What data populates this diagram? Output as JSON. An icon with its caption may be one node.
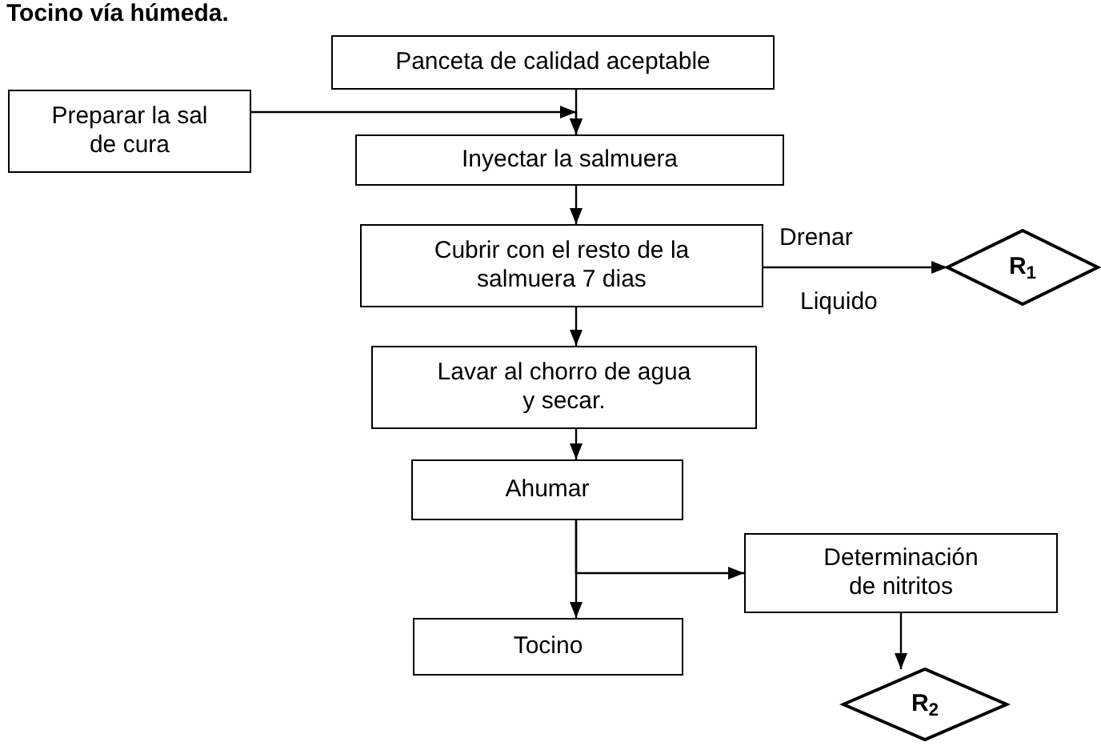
{
  "diagram": {
    "title": "Tocino vía húmeda.",
    "nodes": [
      {
        "text": [
          "Panceta de calidad aceptable"
        ]
      },
      {
        "text": [
          "Preparar la sal de cura"
        ]
      },
      {
        "text": [
          "Inyectar la  salmuera"
        ]
      },
      {
        "text": [
          "Cubrir con el resto de la salmuera 7 dias"
        ]
      },
      {
        "text": [
          "R$_{1}$"
        ]
      },
      {
        "text": [
          "Lavar al chorro de agua y secar."
        ]
      },
      {
        "text": [
          "Ahumar"
        ]
      },
      {
        "text": [
          "Tocino"
        ]
      },
      {
        "text": [
          "Determinación de nitritos"
        ]
      },
      {
        "text": [
          "R$_{2}$"
        ]
      }
    ],
    "edges": [
      {
        "from": 0,
        "to": 2,
        "arrow": "to"
      },
      {
        "from": 1,
        "to": 2,
        "arrow": "to"
      },
      {
        "from": 2,
        "to": 3,
        "arrow": "to"
      },
      {
        "from": 3,
        "to": 4,
        "arrow": "to",
        "label": "Drenar"
      },
      {
        "from": 3,
        "to": 5,
        "arrow": "to"
      },
      {
        "from": 5,
        "to": 6,
        "arrow": "to"
      },
      {
        "from": 6,
        "to": 7,
        "arrow": "to"
      },
      {
        "from": 6,
        "to": 8,
        "arrow": "to"
      },
      {
        "from": 8,
        "to": 9,
        "arrow": "to"
      }
    ],
    "labels": [
      "Liquido"
    ]
  }
}
